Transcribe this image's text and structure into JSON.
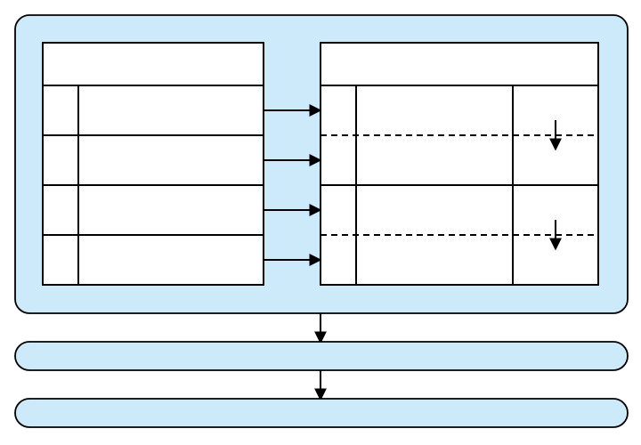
{
  "diagram": {
    "colors": {
      "container_fill": "#cdeafb",
      "table_fill": "#ffffff",
      "stroke": "#000000"
    },
    "left_table": {
      "header": "",
      "rows": [
        {
          "key": "",
          "value": ""
        },
        {
          "key": "",
          "value": ""
        },
        {
          "key": "",
          "value": ""
        },
        {
          "key": "",
          "value": ""
        }
      ]
    },
    "right_table": {
      "header": "",
      "groups": [
        {
          "key": "",
          "value": "",
          "note": "",
          "split": "dashed",
          "marker": "down-arrow"
        },
        {
          "key": "",
          "value": "",
          "note": "",
          "split": "dashed",
          "marker": "down-arrow"
        }
      ]
    },
    "row_connectors": 4,
    "bars": [
      {
        "label": ""
      },
      {
        "label": ""
      }
    ]
  }
}
